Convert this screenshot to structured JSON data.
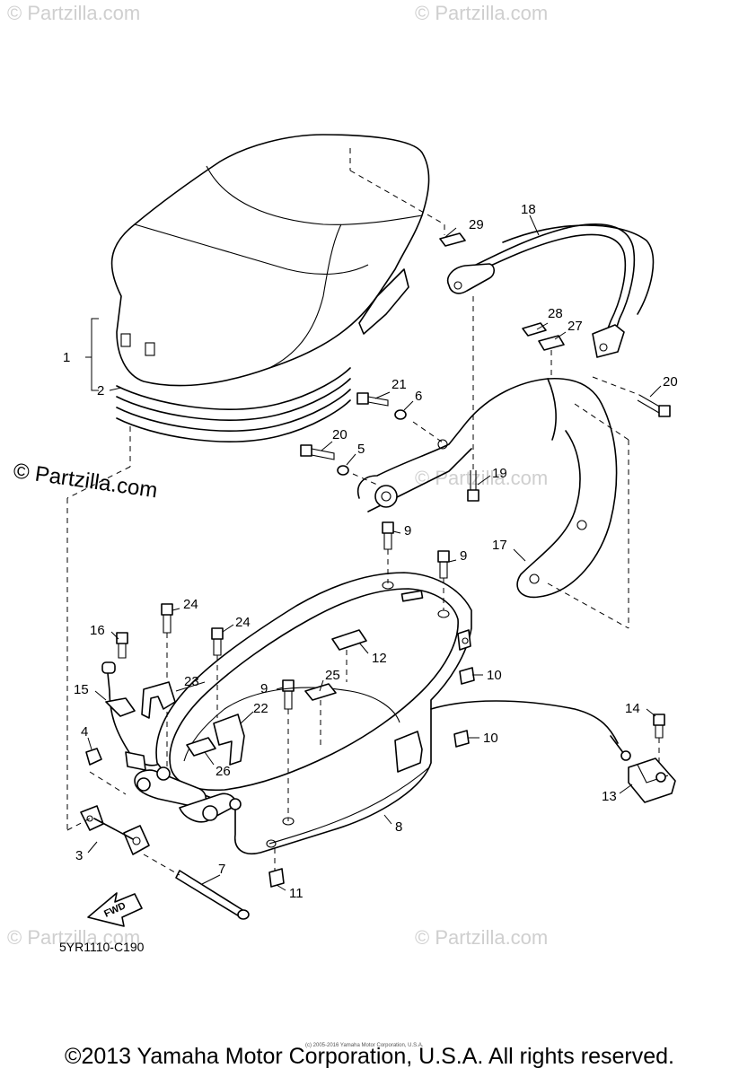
{
  "watermark": {
    "text": "© Partzilla.com",
    "main_text": "© Partzilla.com"
  },
  "diagram_code": "5YR1110-C190",
  "fwd_label": "FWD",
  "fine_print": "(c) 2005-2016 Yamaha Motor Corporation, U.S.A.",
  "copyright": "©2013 Yamaha Motor Corporation, U.S.A. All rights reserved.",
  "callouts": {
    "c1": "1",
    "c2": "2",
    "c3": "3",
    "c4": "4",
    "c5": "5",
    "c6": "6",
    "c7": "7",
    "c8": "8",
    "c9a": "9",
    "c9b": "9",
    "c9c": "9",
    "c10a": "10",
    "c10b": "10",
    "c11": "11",
    "c12": "12",
    "c13": "13",
    "c14": "14",
    "c15": "15",
    "c16": "16",
    "c17": "17",
    "c18": "18",
    "c19": "19",
    "c20a": "20",
    "c20b": "20",
    "c21": "21",
    "c22": "22",
    "c23": "23",
    "c24a": "24",
    "c24b": "24",
    "c25": "25",
    "c26": "26",
    "c27": "27",
    "c28": "28",
    "c29": "29"
  }
}
